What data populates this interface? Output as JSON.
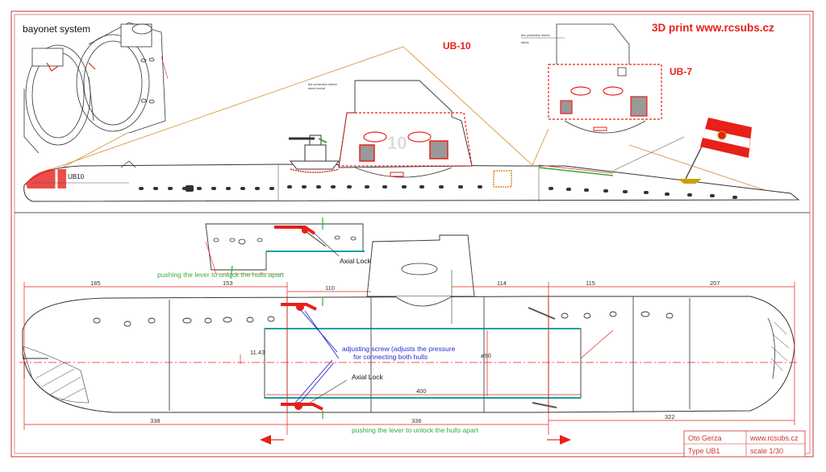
{
  "header": {
    "print_text": "3D print  www.rcsubs.cz",
    "bayonet_label": "bayonet system",
    "ub10_label": "UB-10",
    "ub7_label": "UB-7",
    "hull_marking": "UB10"
  },
  "annotations": {
    "axial_lock_top": "Axial Lock",
    "axial_lock_bottom": "Axial Lock",
    "push_lever_top": "pushing the lever to unlock the hulls apart",
    "push_lever_bottom": "pushing the lever to unlock the hulls apart",
    "adjusting_screw_line1": "adjusting screw (adjusts the pressure",
    "adjusting_screw_line2": "for connecting both hulls"
  },
  "dimensions": {
    "d185": "185",
    "d153": "153",
    "d110": "110",
    "d114": "114",
    "d115": "115",
    "d207": "207",
    "d11_43": "11.43",
    "d90": "ø90",
    "d400": "400",
    "d338": "338",
    "d336": "336",
    "d322": "322"
  },
  "title_block": {
    "author": "Oto  Gerza",
    "website": "www.rcsubs.cz",
    "type": "Type UB1",
    "scale": "scale  1/30"
  },
  "colors": {
    "frame": "#cc3333",
    "accent_red": "#e8201a",
    "green": "#3aaa35",
    "blue": "#2a2ad0",
    "cyan": "#1aa0a0",
    "orange": "#d98a2b",
    "line": "#333333"
  }
}
